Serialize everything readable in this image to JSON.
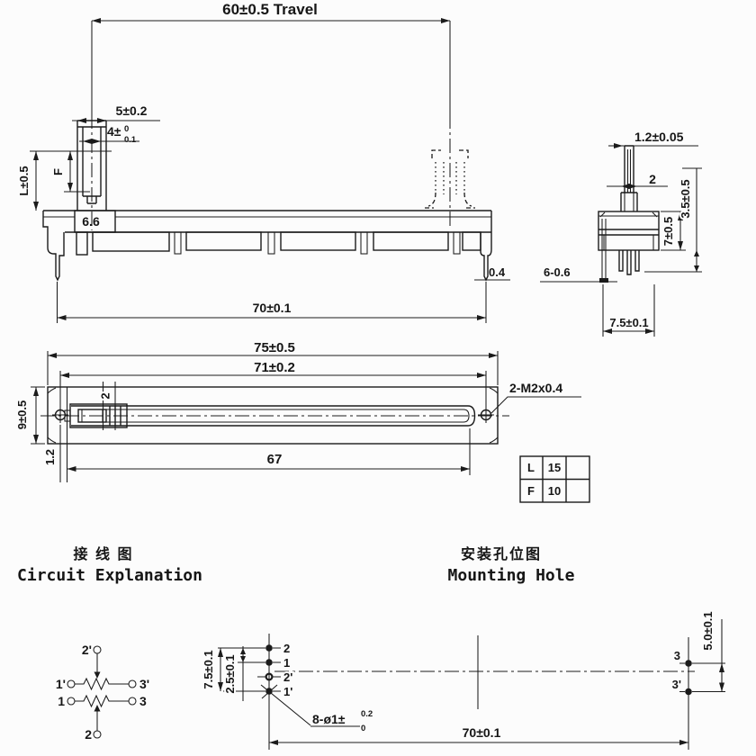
{
  "colors": {
    "background": "#fcfcfc",
    "line": "#1b1b1b"
  },
  "side_view": {
    "travel": "60±0.5 Travel",
    "lever_outer_width": "5±0.2",
    "lever_inner_width": "4±",
    "lever_inner_tol_upper": "0",
    "lever_inner_tol_lower": "0.1",
    "lever_height": "L±0.5",
    "lever_f": "F",
    "base_width": "6.6",
    "tab_thickness": "0.4",
    "mounting_pitch": "70±0.1"
  },
  "end_view": {
    "lever_thickness": "1.2±0.05",
    "lever_width": "2",
    "pin_length": "3.5±0.5",
    "body_height": "7±0.5",
    "terminals": "6-0.6",
    "body_width": "7.5±0.1"
  },
  "top_view": {
    "overall_length": "75±0.5",
    "screw_pitch": "71±0.2",
    "body_width": "9±0.5",
    "slot_width": "2",
    "hole_offset": "1.2",
    "slot_length": "67",
    "screw_note": "2-M2x0.4"
  },
  "spec_table": {
    "rows": [
      {
        "param": "L",
        "value": "15"
      },
      {
        "param": "F",
        "value": "10"
      }
    ]
  },
  "circuit": {
    "title_cn": "接 线 图",
    "title_en": "Circuit Explanation",
    "terminal_2_top": "2'",
    "terminal_1_top": "1'",
    "terminal_3_top": "3'",
    "terminal_1": "1",
    "terminal_3": "3",
    "terminal_2": "2"
  },
  "mounting": {
    "title_cn": "安装孔位图",
    "title_en": "Mounting Hole",
    "hole_2": "2",
    "hole_1": "1",
    "hole_2_prime": "2'",
    "hole_1_prime": "1'",
    "hole_3": "3",
    "hole_3_prime": "3'",
    "pin_group_span": "7.5±0.1",
    "pin_pitch": "2.5±0.1",
    "right_pin_span": "5.0±0.1",
    "hole_note": "8-ø1±",
    "hole_note_tol_upper": "0.2",
    "hole_note_tol_lower": "0",
    "hole_pitch": "70±0.1"
  }
}
